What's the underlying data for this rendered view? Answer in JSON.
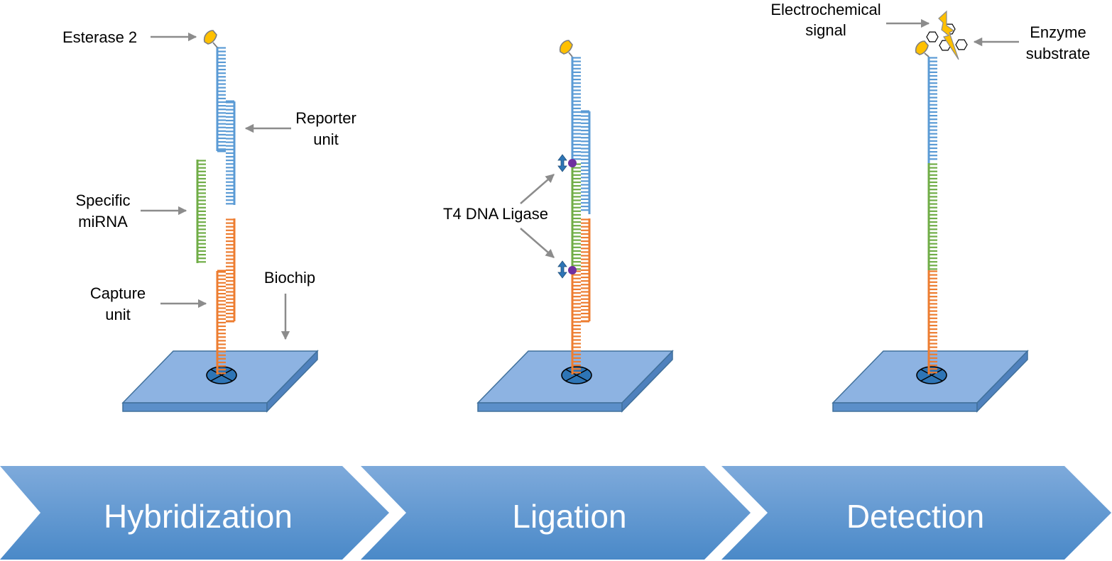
{
  "colors": {
    "reporter": "#5b9bd5",
    "mirna": "#70ad47",
    "capture": "#ed7d31",
    "enzyme_fill": "#ffc000",
    "enzyme_stroke": "#7f7f7f",
    "ligase_dot": "#7030a0",
    "double_arrow": "#2e75b6",
    "arrow": "#8c8c8c",
    "chip_top": "#8db3e2",
    "chip_side": "#5b8fc9",
    "chip_stroke": "#41719c",
    "anchor_fill": "#2e75b6",
    "step_top": "#7eaadb",
    "step_bottom": "#4a89c8"
  },
  "panels": [
    {
      "id": "hybridization",
      "labels": {
        "enzyme": "Esterase 2",
        "reporter": [
          "Reporter",
          "unit"
        ],
        "mirna": [
          "Specific",
          "miRNA"
        ],
        "capture": [
          "Capture",
          "unit"
        ],
        "biochip": "Biochip"
      }
    },
    {
      "id": "ligation",
      "labels": {
        "ligase": "T4 DNA Ligase"
      }
    },
    {
      "id": "detection",
      "labels": {
        "signal": [
          "Electrochemical",
          "signal"
        ],
        "substrate": [
          "Enzyme",
          "substrate"
        ]
      }
    }
  ],
  "steps": [
    {
      "label": "Hybridization"
    },
    {
      "label": "Ligation"
    },
    {
      "label": "Detection"
    }
  ]
}
